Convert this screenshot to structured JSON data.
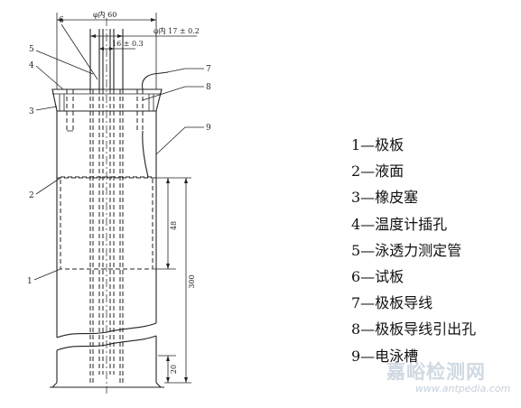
{
  "figure": {
    "part_labels": [
      "1",
      "2",
      "3",
      "4",
      "5",
      "6",
      "7",
      "8",
      "9"
    ],
    "dimensions": {
      "outer_diameter": "φ内 60",
      "inner_tube_diameter": "φ内 17 ± 0.2",
      "plate_spacing": "16 ± 0.3",
      "liquid_height": "48",
      "total_height": "300",
      "bottom_height": "20"
    }
  },
  "legend": [
    "1—极板",
    "2—液面",
    "3—橡皮塞",
    "4—温度计插孔",
    "5—泳透力测定管",
    "6—试板",
    "7—极板导线",
    "8—极板导线引出孔",
    "9—电泳槽"
  ],
  "watermark": {
    "cn": "嘉峪检测网",
    "en": "www.antpedia.com"
  }
}
